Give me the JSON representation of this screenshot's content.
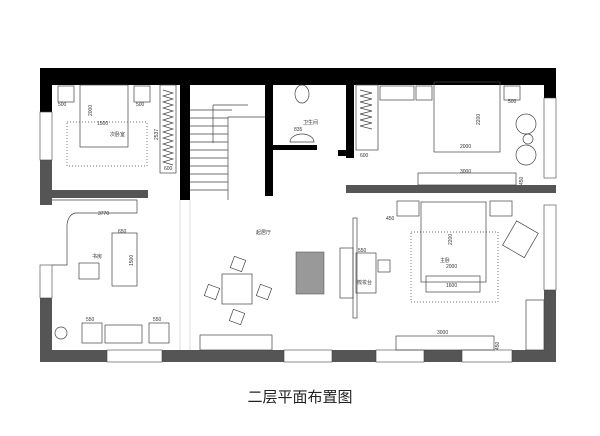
{
  "title": "二层平面布置图",
  "rooms": {
    "bedroom_small": "次卧室",
    "bathroom": "卫生间",
    "hall": "起居厅",
    "study": "书房",
    "master": "主卧",
    "dresser": "梳妆台"
  },
  "dimensions": {
    "tl_bed_width": "1500",
    "tl_bed_len": "2000",
    "tl_ns_left": "500",
    "tl_ns_right": "500",
    "tl_wardrobe_len": "2537",
    "tl_wardrobe_depth": "600",
    "bath_basin": "835",
    "tr_wardrobe_depth": "600",
    "tr_bed_width": "2000",
    "tr_bed_len": "2200",
    "tr_ns": "500",
    "tr_tv_len": "3000",
    "tr_tv_depth": "450",
    "desk_width": "650",
    "desk_len": "1500",
    "study_cabinet": "3770",
    "chair_left": "550",
    "chair_right": "550",
    "br_ns": "450",
    "br_bed_len": "2200",
    "br_bed_width": "2000",
    "br_bench": "1600",
    "br_dresser": "550",
    "br_tv_len": "3000",
    "br_tv_depth": "450"
  },
  "colors": {
    "wall_black": "#000000",
    "wall_grey": "#555555",
    "line": "#444444"
  }
}
